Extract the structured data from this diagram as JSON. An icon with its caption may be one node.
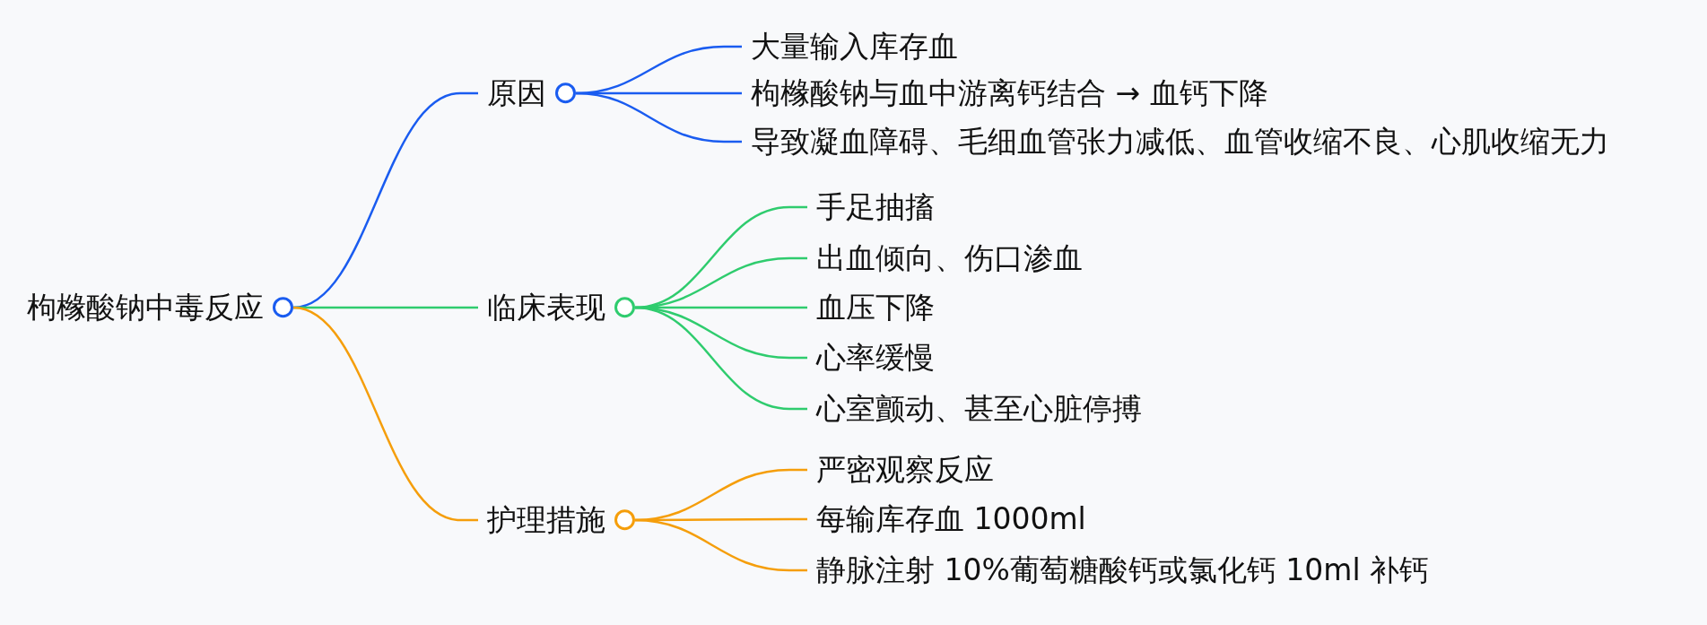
{
  "diagram": {
    "nodes": [
      {
        "text": [
          "枸橼酸钠中毒反应"
        ]
      },
      {
        "text": [
          "原因"
        ]
      },
      {
        "text": [
          "大量输入库存血"
        ]
      },
      {
        "text": [
          "枸橼酸钠与血中游离钙结合 → 血钙下降"
        ]
      },
      {
        "text": [
          "导致凝血障碍、毛细血管张力减低、血管收缩不良、心肌收缩无力"
        ]
      },
      {
        "text": [
          "临床表现"
        ]
      },
      {
        "text": [
          "手足抽搐"
        ]
      },
      {
        "text": [
          "出血倾向、伤口渗血"
        ]
      },
      {
        "text": [
          "血压下降"
        ]
      },
      {
        "text": [
          "心率缓慢"
        ]
      },
      {
        "text": [
          "心室颤动、甚至心脏停搏"
        ]
      },
      {
        "text": [
          "护理措施"
        ]
      },
      {
        "text": [
          "严密观察反应"
        ]
      },
      {
        "text": [
          "每输库存血 1000ml"
        ]
      },
      {
        "text": [
          "静脉注射 10%葡萄糖酸钙或氯化钙 10ml 补钙"
        ]
      }
    ],
    "edges": [
      {
        "from": 0,
        "to": 1,
        "arrow": "none",
        "color": "#1a5cf0"
      },
      {
        "from": 1,
        "to": 2,
        "arrow": "none",
        "color": "#1a5cf0"
      },
      {
        "from": 1,
        "to": 3,
        "arrow": "none",
        "color": "#1a5cf0"
      },
      {
        "from": 1,
        "to": 4,
        "arrow": "none",
        "color": "#1a5cf0"
      },
      {
        "from": 0,
        "to": 5,
        "arrow": "none",
        "color": "#2fcc6e"
      },
      {
        "from": 5,
        "to": 6,
        "arrow": "none",
        "color": "#2fcc6e"
      },
      {
        "from": 5,
        "to": 7,
        "arrow": "none",
        "color": "#2fcc6e"
      },
      {
        "from": 5,
        "to": 8,
        "arrow": "none",
        "color": "#2fcc6e"
      },
      {
        "from": 5,
        "to": 9,
        "arrow": "none",
        "color": "#2fcc6e"
      },
      {
        "from": 5,
        "to": 10,
        "arrow": "none",
        "color": "#2fcc6e"
      },
      {
        "from": 0,
        "to": 11,
        "arrow": "none",
        "color": "#f59e0b"
      },
      {
        "from": 11,
        "to": 12,
        "arrow": "none",
        "color": "#f59e0b"
      },
      {
        "from": 11,
        "to": 13,
        "arrow": "none",
        "color": "#f59e0b"
      },
      {
        "from": 11,
        "to": 14,
        "arrow": "none",
        "color": "#f59e0b"
      }
    ]
  }
}
